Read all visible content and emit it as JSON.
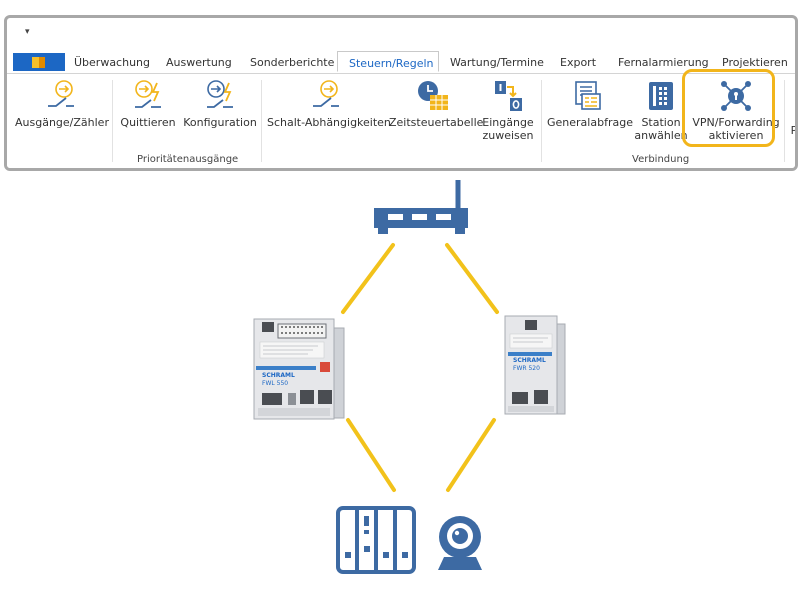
{
  "qat": {
    "customize_glyph": "▾"
  },
  "tabs": [
    {
      "label": "Überwachung"
    },
    {
      "label": "Auswertung"
    },
    {
      "label": "Sonderberichte"
    },
    {
      "label": "Steuern/Regeln"
    },
    {
      "label": "Wartung/Termine"
    },
    {
      "label": "Export"
    },
    {
      "label": "Fernalarmierung"
    },
    {
      "label": "Projektieren"
    }
  ],
  "ribbon": {
    "buttons": {
      "ausgaenge": {
        "label": "Ausgänge/Zähler",
        "icon": "switch-output-icon"
      },
      "quittieren": {
        "label": "Quittieren",
        "icon": "acknowledge-icon"
      },
      "konfiguration": {
        "label": "Konfiguration",
        "icon": "configuration-icon"
      },
      "schalt": {
        "label": "Schalt-Abhängigkeiten",
        "icon": "switch-dependency-icon"
      },
      "zeitsteuer": {
        "label": "Zeitsteuertabelle",
        "icon": "clock-table-icon"
      },
      "eingaenge": {
        "label1": "Eingänge",
        "label2": "zuweisen",
        "icon": "assign-inputs-icon"
      },
      "general": {
        "label": "Generalabfrage",
        "icon": "general-query-icon"
      },
      "station": {
        "label1": "Station",
        "label2": "anwählen",
        "icon": "dial-station-icon"
      },
      "vpn": {
        "label1": "VPN/Forwarding",
        "label2": "aktivieren",
        "icon": "vpn-network-icon"
      },
      "cut": {
        "label": "P"
      }
    },
    "groups": {
      "prioritaet": "Prioritätenausgänge",
      "verbindung": "Verbindung"
    }
  },
  "devices": {
    "left": {
      "brand": "SCHRAML",
      "model": "FWL 550"
    },
    "right": {
      "brand": "SCHRAML",
      "model": "FWR 520"
    }
  },
  "colors": {
    "accent": "#1c67c4",
    "highlight": "#f2b51b",
    "link": "#f2c21b",
    "icon_blue": "#3d6aa3"
  }
}
